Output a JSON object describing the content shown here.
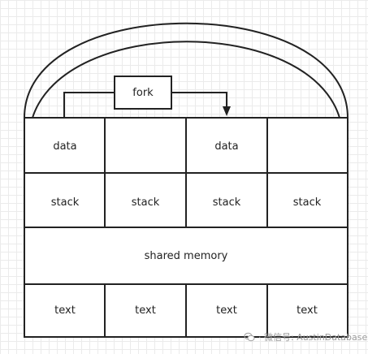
{
  "diagram": {
    "fork_label": "fork",
    "row_data": [
      "data",
      "",
      "data",
      ""
    ],
    "row_stack": [
      "stack",
      "stack",
      "stack",
      "stack"
    ],
    "shared_label": "shared memory",
    "row_text": [
      "text",
      "text",
      "text",
      "text"
    ]
  },
  "watermark": {
    "text": "· 微信号: AustinDatabases",
    "icon": "wechat-icon"
  }
}
